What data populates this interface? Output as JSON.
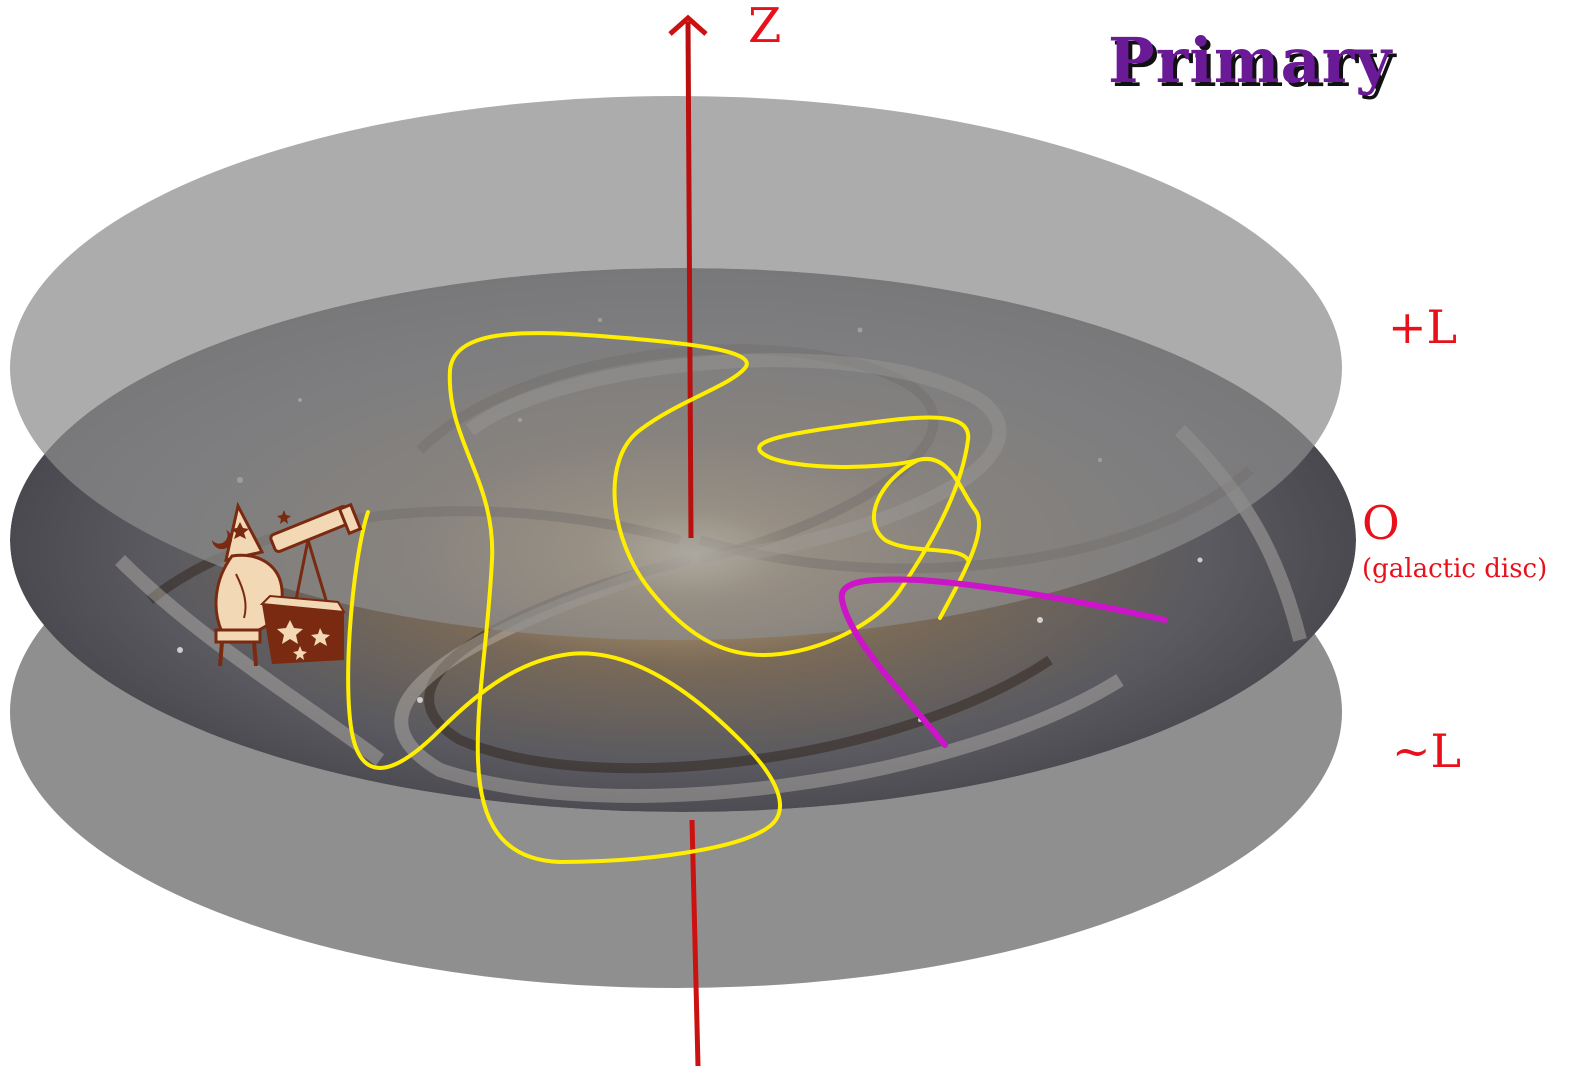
{
  "title": "Primary",
  "axis_label": "Z",
  "layers": {
    "upper": "+L",
    "origin": "O",
    "origin_note": "(galactic disc)",
    "lower": "~L"
  },
  "colors": {
    "title": "#6a1a96",
    "labels": "#e8101a",
    "axis": "#cc1111",
    "slab": "#8c8c8c",
    "path_primary": "#ffee00",
    "path_secondary": "#cc14c8"
  },
  "icons": {
    "observer": "astronomer-with-telescope-icon"
  }
}
